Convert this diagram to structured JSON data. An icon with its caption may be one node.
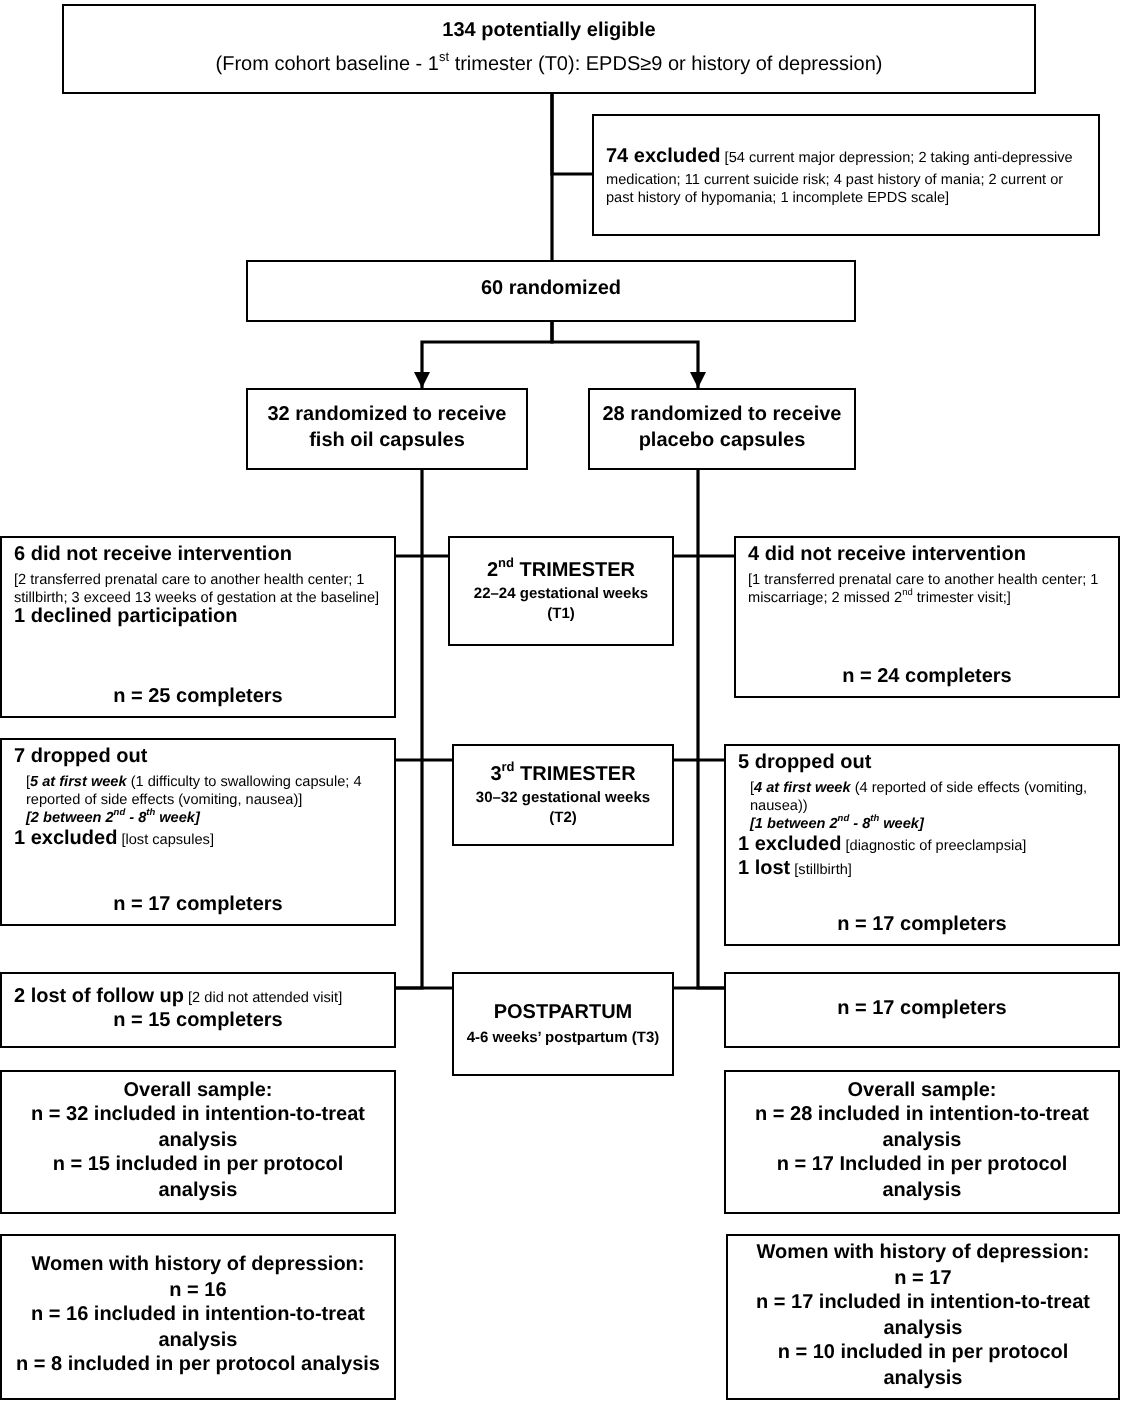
{
  "diagram": {
    "nodes": [
      {
        "text": [
          "134 potentially eligible",
          "(From cohort baseline - 1$^{st}$ trimester (T0): EPDS≥9 or history of depression)"
        ]
      },
      {
        "text": [
          "**74 excluded** [54 current major depression; 2 taking anti-depressive medication; 11 current suicide risk; 4 past history of mania; 2 current or past history of hypomania; 1 incomplete EPDS scale]"
        ]
      },
      {
        "text": [
          "60 randomized"
        ]
      },
      {
        "text": [
          "32 randomized to receive fish oil capsules"
        ]
      },
      {
        "text": [
          "28 randomized to receive placebo capsules"
        ]
      },
      {
        "text": [
          "6 did not receive intervention",
          "[2 transferred prenatal care to another health center; 1 stillbirth; 3 exceed 13 weeks of gestation at the baseline]",
          "1 declined participation",
          "n = 25 completers"
        ]
      },
      {
        "text": [
          "2$^{nd}$ TRIMESTER",
          "22–24 gestational weeks (T1)"
        ]
      },
      {
        "text": [
          "4 did not receive intervention",
          "[1 transferred prenatal care to another health center; 1 miscarriage; 2 missed 2$^{nd}$ trimester visit;]",
          "n = 24 completers"
        ]
      },
      {
        "text": [
          "7 dropped out",
          "[*5 at first week* (1 difficulty to swallowing capsule; 4 reported of side effects (vomiting, nausea)]",
          "[2 between 2$^{nd}$ - 8$^{th}$ week]",
          "**1 excluded** [lost capsules]",
          "n = 17 completers"
        ]
      },
      {
        "text": [
          "3$^{rd}$ TRIMESTER",
          "30–32 gestational weeks (T2)"
        ]
      },
      {
        "text": [
          "5 dropped out",
          "[*4 at first week* (4 reported of side effects (vomiting, nausea))",
          "[1 between 2$^{nd}$ - 8$^{th}$ week]",
          "**1 excluded** [diagnostic of preeclampsia]",
          "**1 lost** [stillbirth]",
          "n = 17 completers"
        ]
      },
      {
        "text": [
          "**2 lost of follow up** [2 did not attended visit]",
          "n = 15 completers"
        ]
      },
      {
        "text": [
          "POSTPARTUM",
          "4-6 weeks’ postpartum (T3)"
        ]
      },
      {
        "text": [
          "n = 17 completers"
        ]
      },
      {
        "text": [
          "Overall sample:",
          "n = 32 included in intention-to-treat analysis",
          "n = 15 included in per protocol analysis"
        ]
      },
      {
        "text": [
          "Overall sample:",
          "n = 28 included in intention-to-treat analysis",
          "n = 17 Included in per protocol analysis"
        ]
      },
      {
        "text": [
          "Women with history of depression:",
          "n = 16",
          "n = 16 included in intention-to-treat analysis",
          "n = 8 included in per protocol analysis"
        ]
      },
      {
        "text": [
          "Women with history of depression:",
          "n = 17",
          "n = 17 included in intention-to-treat analysis",
          "n = 10 included in per protocol analysis"
        ]
      }
    ],
    "edges": [
      {
        "from": 0,
        "to": 1,
        "arrow": "none"
      },
      {
        "from": 0,
        "to": 2,
        "arrow": "none"
      },
      {
        "from": 2,
        "to": 3,
        "arrow": "to"
      },
      {
        "from": 2,
        "to": 4,
        "arrow": "to"
      },
      {
        "from": 5,
        "to": 6,
        "arrow": "none"
      },
      {
        "from": 6,
        "to": 7,
        "arrow": "none"
      },
      {
        "from": 8,
        "to": 9,
        "arrow": "none"
      },
      {
        "from": 9,
        "to": 10,
        "arrow": "none"
      },
      {
        "from": 11,
        "to": 12,
        "arrow": "none"
      },
      {
        "from": 12,
        "to": 13,
        "arrow": "none"
      },
      {
        "from": 3,
        "to": 11,
        "arrow": "none"
      },
      {
        "from": 4,
        "to": 13,
        "arrow": "none"
      }
    ]
  }
}
